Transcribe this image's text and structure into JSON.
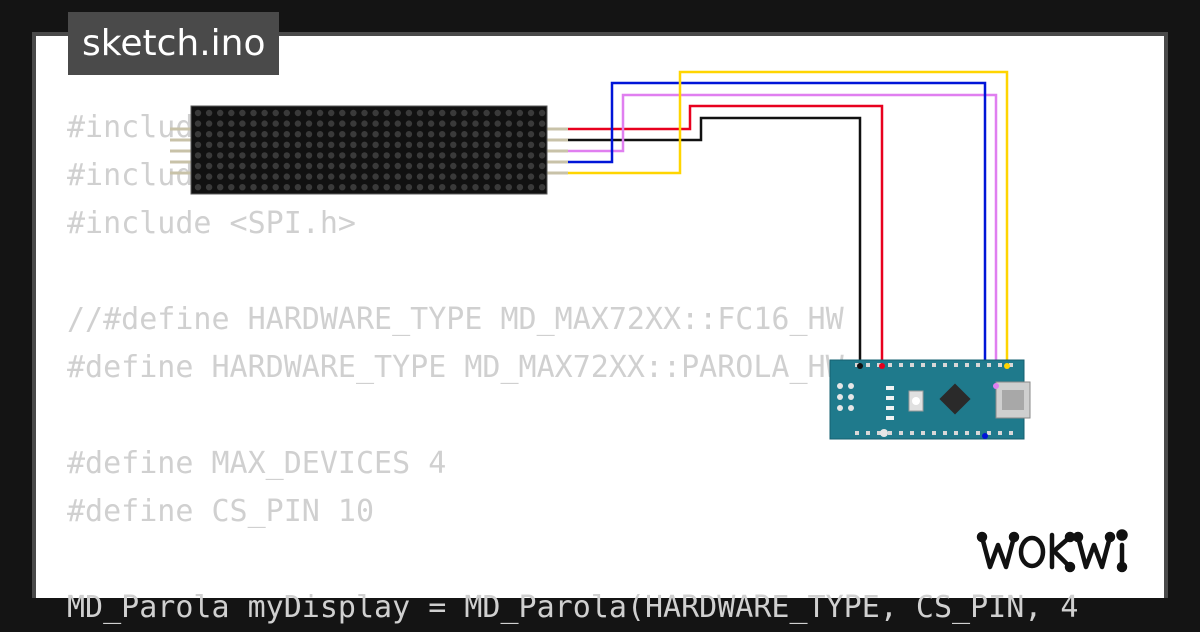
{
  "title": "sketch.ino",
  "code_lines": [
    "#include <MD_Parola.h>",
    "#include <MD_MAX72xx.h>",
    "#include <SPI.h>",
    "",
    "//#define HARDWARE_TYPE MD_MAX72XX::FC16_HW",
    "#define HARDWARE_TYPE MD_MAX72XX::PAROLA_HW",
    "",
    "#define MAX_DEVICES 4",
    "#define CS_PIN 10",
    "",
    "MD_Parola myDisplay = MD_Parola(HARDWARE_TYPE, CS_PIN, 4"
  ],
  "brand": "WOKWI",
  "icons": {
    "matrix": "led-matrix-icon",
    "board": "arduino-nano-icon",
    "logo": "wokwi-logo-icon"
  },
  "colors": {
    "frame": "#4a4a4a",
    "background": "#141414",
    "code_text": "#d0d0d0",
    "board": "#1f7a8c",
    "wire_red": "#e8001e",
    "wire_black": "#111111",
    "wire_blue": "#0015d8",
    "wire_pink": "#e07ff0",
    "wire_yellow": "#ffd500"
  }
}
